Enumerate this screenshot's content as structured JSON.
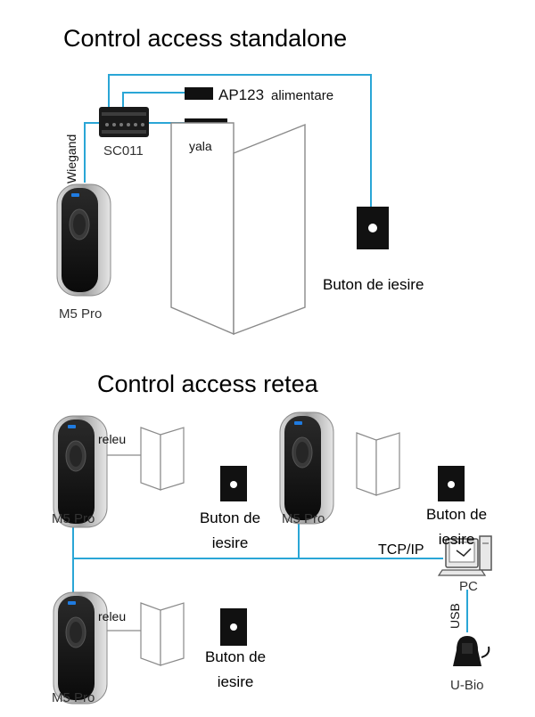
{
  "standalone": {
    "title": "Control access standalone",
    "power_unit_label": "AP123",
    "power_label": "alimentare",
    "controller_label": "SC011",
    "bus_label": "Wiegand",
    "lock_label": "yala",
    "reader_label": "M5 Pro",
    "exit_button_label": "Buton de iesire"
  },
  "network": {
    "title": "Control access retea",
    "relay_label": "releu",
    "reader_label": "M5 Pro",
    "exit_button_label": "Buton de iesire",
    "exit_button_lines": [
      "Buton de",
      "iesire"
    ],
    "tcpip_label": "TCP/IP",
    "pc_label": "PC",
    "usb_label": "USB",
    "ubio_label": "U-Bio"
  },
  "colors": {
    "wire": "#2aa6d6",
    "device_dark": "#141414",
    "device_silver": "#b9b9b9",
    "led_blue": "#1f7be0"
  }
}
